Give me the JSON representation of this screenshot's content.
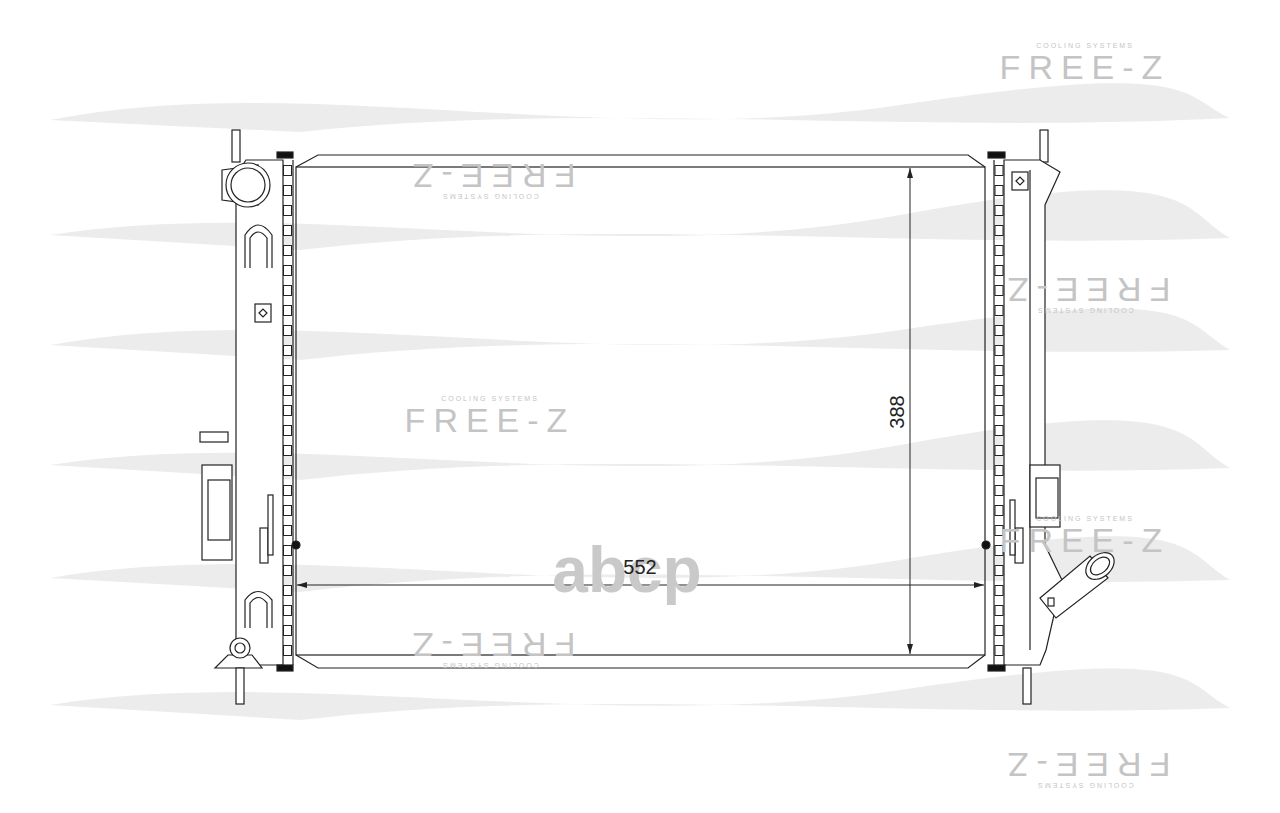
{
  "diagram": {
    "labels": [
      "COOLING SYSTEMS",
      "FREE-Z",
      "FREE-Z",
      "COOLING SYSTEMS",
      "FREE-Z",
      "COOLING SYSTEMS",
      "COOLING SYSTEMS",
      "FREE-Z",
      "COOLING SYSTEMS",
      "FREE-Z",
      "FREE-Z",
      "COOLING SYSTEMS",
      "FREE-Z",
      "COOLING SYSTEMS",
      "abcp",
      "552",
      "388"
    ]
  }
}
